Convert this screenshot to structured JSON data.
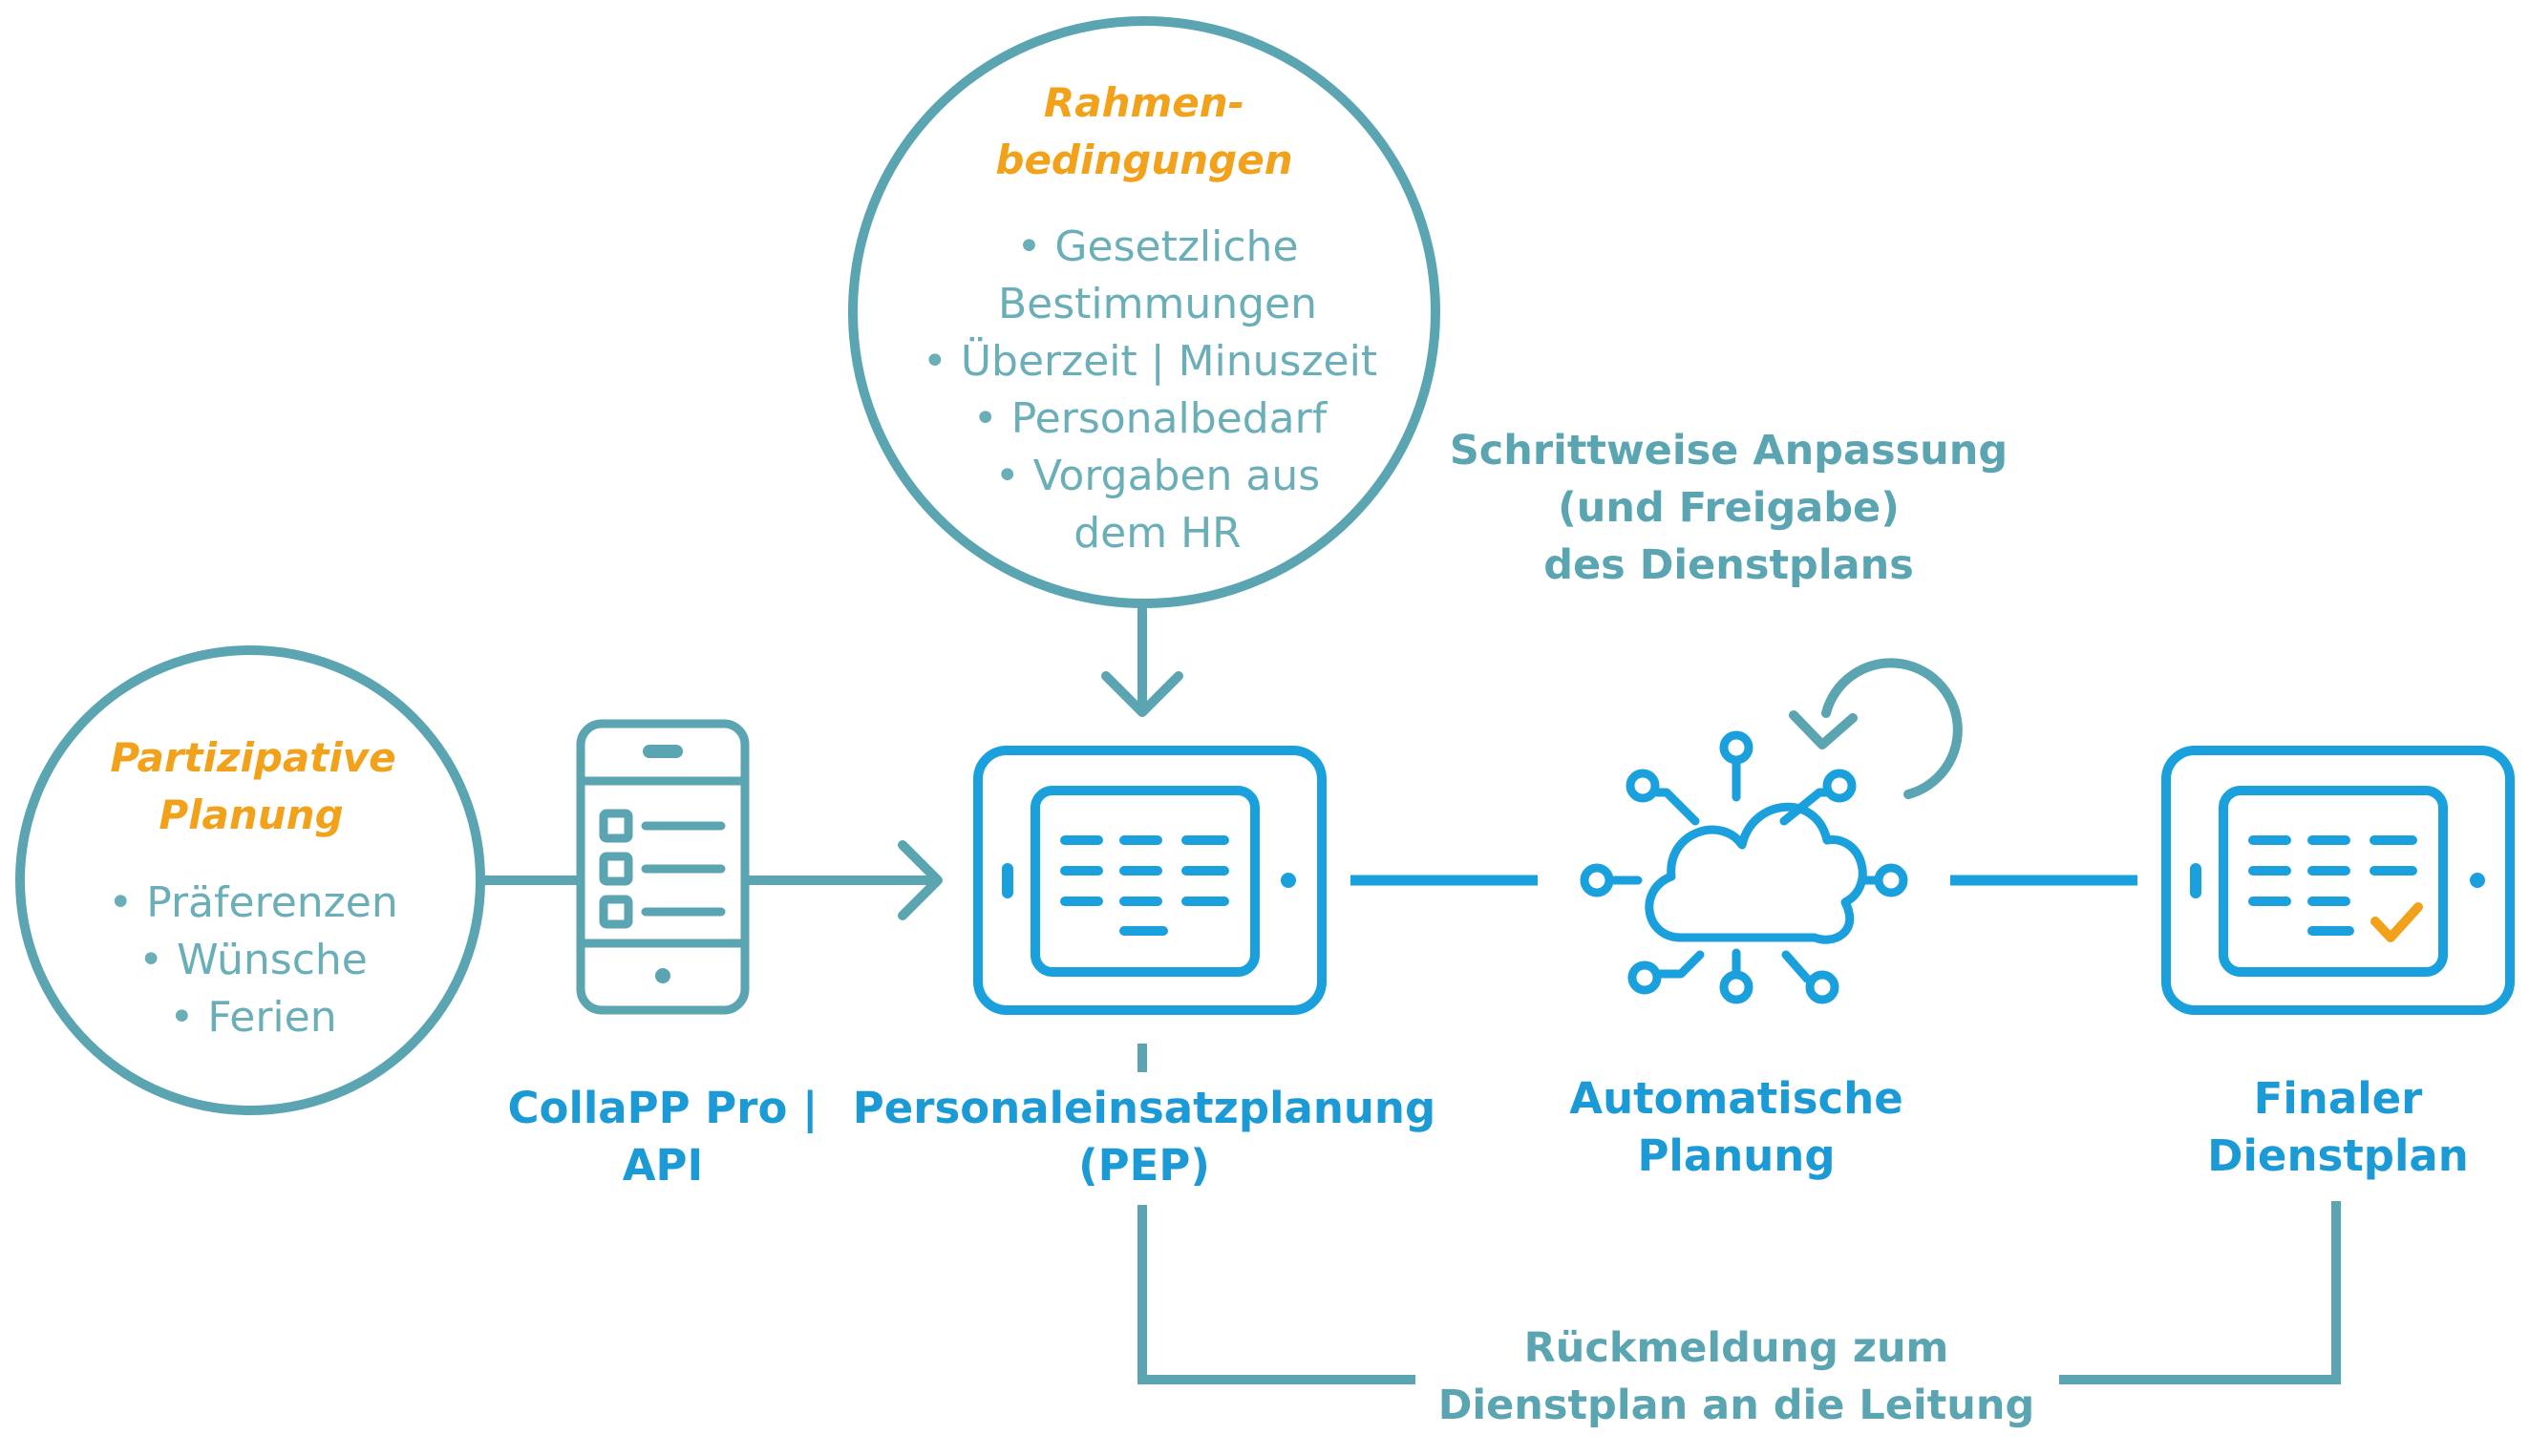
{
  "participative": {
    "title_line1": "Partizipative",
    "title_line2": "Planung",
    "items": [
      "• Präferenzen",
      "• Wünsche",
      "• Ferien"
    ]
  },
  "conditions": {
    "title_line1": "Rahmen-",
    "title_line2": "bedingungen",
    "lines": [
      "• Gesetzliche",
      "Bestimmungen",
      "• Überzeit | Minuszeit",
      "• Personalbedarf",
      "• Vorgaben aus",
      "dem HR"
    ]
  },
  "collapp": {
    "label_line1": "CollaPP Pro |",
    "label_line2": "API"
  },
  "pep": {
    "label_line1": "Personaleinsatzplanung",
    "label_line2": "(PEP)"
  },
  "automatic": {
    "label_line1": "Automatische",
    "label_line2": "Planung"
  },
  "final": {
    "label_line1": "Finaler",
    "label_line2": "Dienstplan"
  },
  "adjustment": {
    "line1": "Schrittweise Anpassung",
    "line2": "(und Freigabe)",
    "line3": "des Dienstplans"
  },
  "feedback": {
    "line1": "Rückmeldung zum",
    "line2": "Dienstplan an die Leitung"
  },
  "colors": {
    "teal": "#5aa5b1",
    "blue": "#1aa0dc",
    "orange": "#f2a21a",
    "grey_text": "#6aaeb8"
  },
  "icons": [
    "smartphone-checklist-icon",
    "tablet-schedule-icon",
    "cloud-network-icon",
    "refresh-arrow-icon",
    "tablet-check-icon"
  ]
}
